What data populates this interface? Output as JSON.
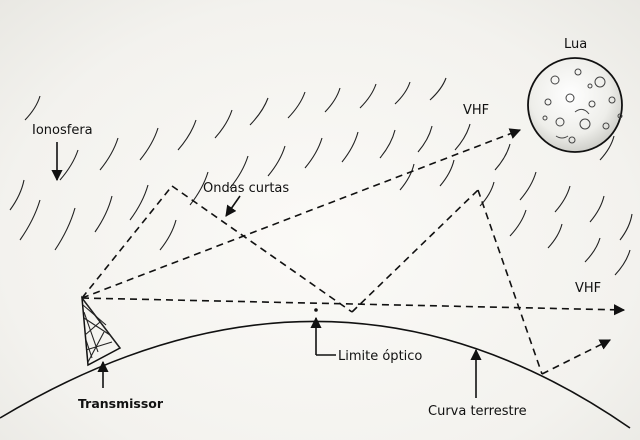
{
  "labels": {
    "ionosphere": "Ionosfera",
    "moon": "Lua",
    "vhf_top": "VHF",
    "vhf_right": "VHF",
    "short_waves": "Ondas curtas",
    "optical_limit": "Limite óptico",
    "transmitter": "Transmissor",
    "earth_curve": "Curva terrestre"
  },
  "colors": {
    "ink": "#111111",
    "paper": "#f7f6f2"
  }
}
